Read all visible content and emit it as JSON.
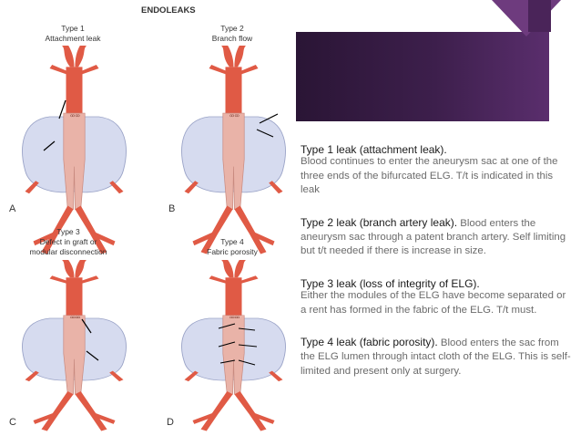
{
  "figure": {
    "title": "ENDOLEAKS",
    "panels": [
      {
        "letter": "A",
        "label_lines": [
          "Type 1",
          "Attachment leak"
        ]
      },
      {
        "letter": "B",
        "label_lines": [
          "Type 2",
          "Branch flow"
        ]
      },
      {
        "letter": "C",
        "label_lines": [
          "Type 3",
          "Defect in graft or",
          "modular disconnection"
        ]
      },
      {
        "letter": "D",
        "label_lines": [
          "Type 4",
          "Fabric porosity"
        ]
      }
    ]
  },
  "colors": {
    "vessel": "#e05a45",
    "graft": "#e9b3a8",
    "sac": "#d6dbef",
    "banner": "#3d1f4c"
  },
  "leaks": [
    {
      "lead": "Type 1 leak (attachment leak).",
      "body": "Blood continues to enter the aneurysm sac at one of the three ends of the bifurcated ELG. T/t is indicated in this leak"
    },
    {
      "lead": "Type 2 leak (branch artery leak).",
      "body": "Blood enters the aneurysm sac through a patent branch artery. Self limiting but t/t needed if there is increase in size."
    },
    {
      "lead": "Type 3 leak (loss of integrity of ELG).",
      "body": "Either the modules of the ELG have become separated or a rent has formed in the fabric of the ELG. T/t must."
    },
    {
      "lead": "Type 4 leak (fabric porosity).",
      "body": "Blood enters the sac from the ELG lumen through intact cloth of the ELG. This is self-limited and present only at surgery."
    }
  ]
}
